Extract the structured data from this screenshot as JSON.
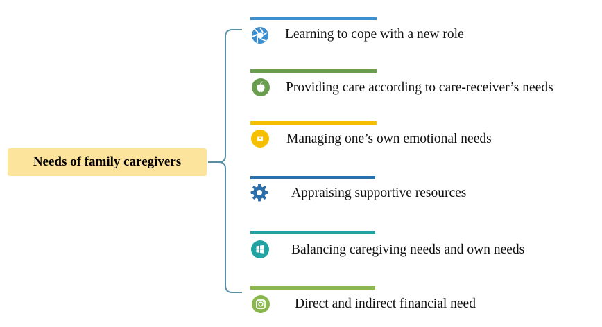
{
  "root": {
    "label": "Needs of family caregivers",
    "color": "#fde49c"
  },
  "connector_color": "#5a8fa3",
  "branches": [
    {
      "label": "Learning to cope with a new role",
      "color": "#3a8fd1",
      "icon": "camera-aperture-icon"
    },
    {
      "label": "Providing care according to care-receiver’s needs",
      "color": "#6a9e4f",
      "icon": "apple-icon"
    },
    {
      "label": "Managing one’s own emotional needs",
      "color": "#f6c000",
      "icon": "package-icon"
    },
    {
      "label": "Appraising supportive resources",
      "color": "#2b6fad",
      "icon": "gear-icon"
    },
    {
      "label": "Balancing caregiving needs and own needs",
      "color": "#22a3a3",
      "icon": "windows-icon"
    },
    {
      "label": "Direct and indirect financial need",
      "color": "#8ab84e",
      "icon": "instagram-icon"
    }
  ]
}
